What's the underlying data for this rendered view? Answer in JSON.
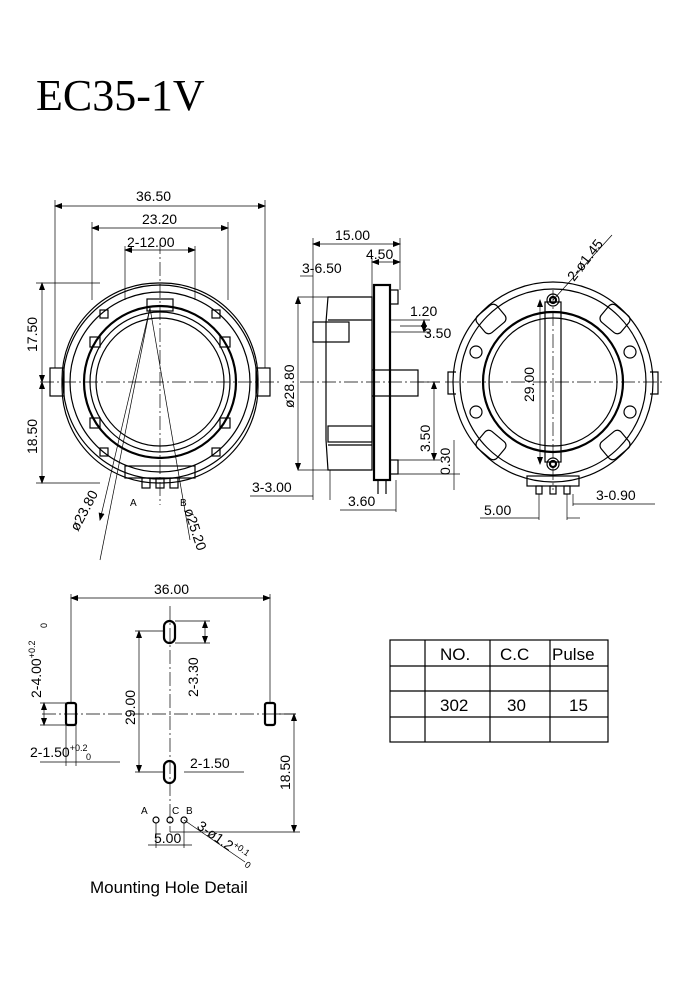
{
  "title": "EC35-1V",
  "front_view": {
    "dims": {
      "width_overall": "36.50",
      "width_mid": "23.20",
      "width_top": "2-12.00",
      "height_top": "17.50",
      "height_bottom": "18.50",
      "dia_inner": "ø23.80",
      "dia_outer": "ø25.20"
    },
    "pin_labels": {
      "a": "A",
      "b": "B"
    }
  },
  "side_view": {
    "dims": {
      "depth": "15.00",
      "flange": "4.50",
      "slots": "3-6.50",
      "d120": "1.20",
      "d350a": "3.50",
      "dia_body": "ø28.80",
      "d350b": "3.50",
      "d030": "0.30",
      "pins": "3-3.00",
      "d360": "3.60"
    }
  },
  "back_view": {
    "dims": {
      "holes": "2-ø1.45",
      "span": "29.00",
      "pin_pitch": "5.00",
      "pin_width": "3-0.90"
    }
  },
  "mounting": {
    "caption": "Mounting Hole Detail",
    "dims": {
      "width": "36.00",
      "slot_v_base": "2-4.00",
      "slot_v_tol_up": "+0.2",
      "slot_v_tol_dn": "0",
      "top_slot": "2-3.30",
      "span": "29.00",
      "slot_w_base": "2-1.50",
      "slot_w_tol_up": "+0.2",
      "slot_w_tol_dn": "0",
      "bottom_slot": "2-1.50",
      "right_height": "18.50",
      "pitch": "5.00",
      "holes_base": "3-ø1.2",
      "holes_tol_up": "+0.1",
      "holes_tol_dn": "0"
    },
    "pin_labels": {
      "a": "A",
      "c": "C",
      "b": "B"
    }
  },
  "table": {
    "headers": [
      "NO.",
      "C.C",
      "Pulse"
    ],
    "rows": [
      [
        "302",
        "30",
        "15"
      ]
    ]
  }
}
